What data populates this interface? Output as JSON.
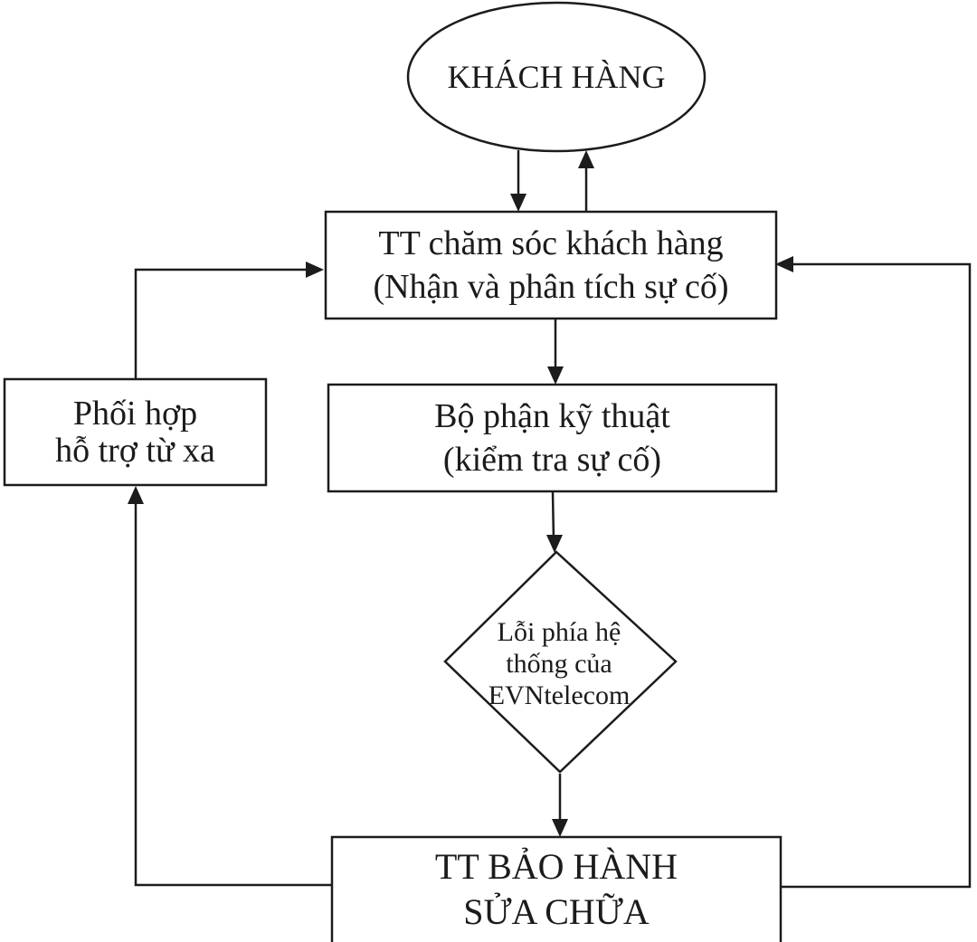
{
  "diagram": {
    "type": "flowchart",
    "language": "vi",
    "colors": {
      "line": "#1c1c1c",
      "text": "#1b1b1b",
      "background": "#ffffff"
    },
    "nodes": {
      "customer": {
        "shape": "ellipse",
        "label": "KHÁCH HÀNG"
      },
      "customer_care": {
        "shape": "rect",
        "label": "TT chăm sóc khách hàng\n(Nhận và phân tích sự cố)"
      },
      "remote_support": {
        "shape": "rect",
        "label": "Phối hợp\nhỗ trợ từ xa"
      },
      "technical_dept": {
        "shape": "rect",
        "label": "Bộ phận kỹ thuật\n(kiểm tra sự cố)"
      },
      "decision": {
        "shape": "diamond",
        "label": "Lỗi phía hệ\nthống của\nEVNtelecom"
      },
      "warranty_center": {
        "shape": "rect",
        "label": "TT BẢO HÀNH\nSỬA CHỮA"
      }
    },
    "edges": [
      {
        "from": "customer",
        "to": "customer_care",
        "style": "straight-arrow-down"
      },
      {
        "from": "customer_care",
        "to": "customer",
        "style": "straight-arrow-up"
      },
      {
        "from": "customer_care",
        "to": "technical_dept",
        "style": "straight-arrow-down"
      },
      {
        "from": "technical_dept",
        "to": "decision",
        "style": "straight-arrow-down"
      },
      {
        "from": "decision",
        "to": "warranty_center",
        "style": "straight-arrow-down"
      },
      {
        "from": "warranty_center",
        "to": "remote_support",
        "style": "elbow-left-then-up"
      },
      {
        "from": "remote_support",
        "to": "customer_care",
        "style": "elbow-up-then-right"
      },
      {
        "from": "warranty_center",
        "to": "customer_care",
        "style": "elbow-right-then-up"
      }
    ]
  }
}
